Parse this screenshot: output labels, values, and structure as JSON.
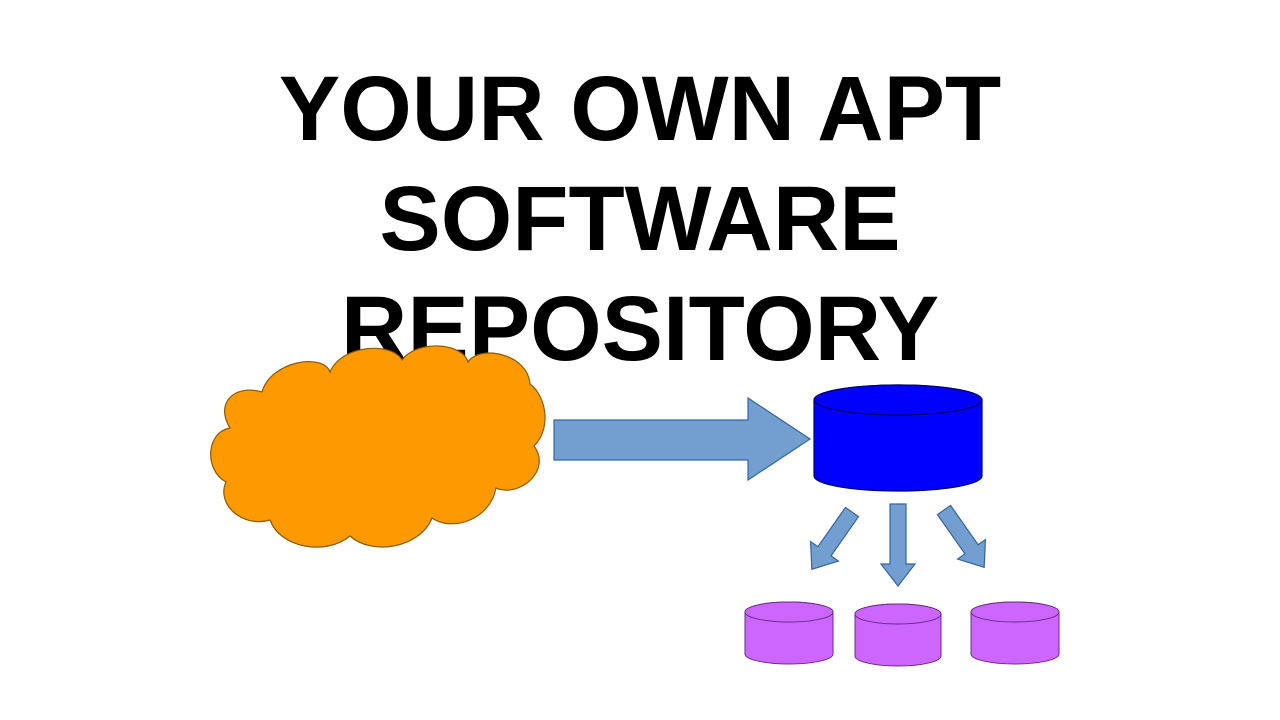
{
  "title": {
    "lines": [
      "YOUR OWN APT",
      "SOFTWARE",
      "REPOSITORY"
    ]
  },
  "diagram": {
    "nodes": [
      {
        "id": "cloud",
        "shape": "cloud",
        "color": "#ff9900"
      },
      {
        "id": "repository",
        "shape": "cylinder",
        "color": "#0000ff"
      },
      {
        "id": "client-1",
        "shape": "cylinder",
        "color": "#cc66ff"
      },
      {
        "id": "client-2",
        "shape": "cylinder",
        "color": "#cc66ff"
      },
      {
        "id": "client-3",
        "shape": "cylinder",
        "color": "#cc66ff"
      }
    ],
    "edges": [
      {
        "from": "cloud",
        "to": "repository"
      },
      {
        "from": "repository",
        "to": "client-1"
      },
      {
        "from": "repository",
        "to": "client-2"
      },
      {
        "from": "repository",
        "to": "client-3"
      }
    ],
    "arrow_color": "#729fcf",
    "outline_color": "#3465a4"
  }
}
